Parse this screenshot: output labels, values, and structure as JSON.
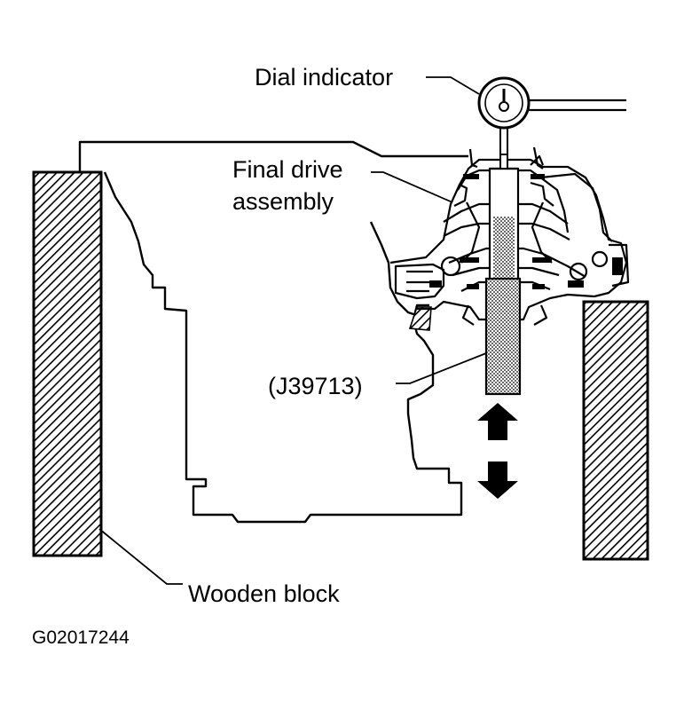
{
  "labels": {
    "dial_indicator": "Dial indicator",
    "final_drive_line1": "Final drive",
    "final_drive_line2": "assembly",
    "tool": "(J39713)",
    "wooden_block": "Wooden block",
    "figure_code": "G02017244"
  },
  "colors": {
    "ink": "#000000",
    "paper": "#ffffff"
  },
  "icons": {
    "up": "arrow-up-icon",
    "down": "arrow-down-icon"
  }
}
